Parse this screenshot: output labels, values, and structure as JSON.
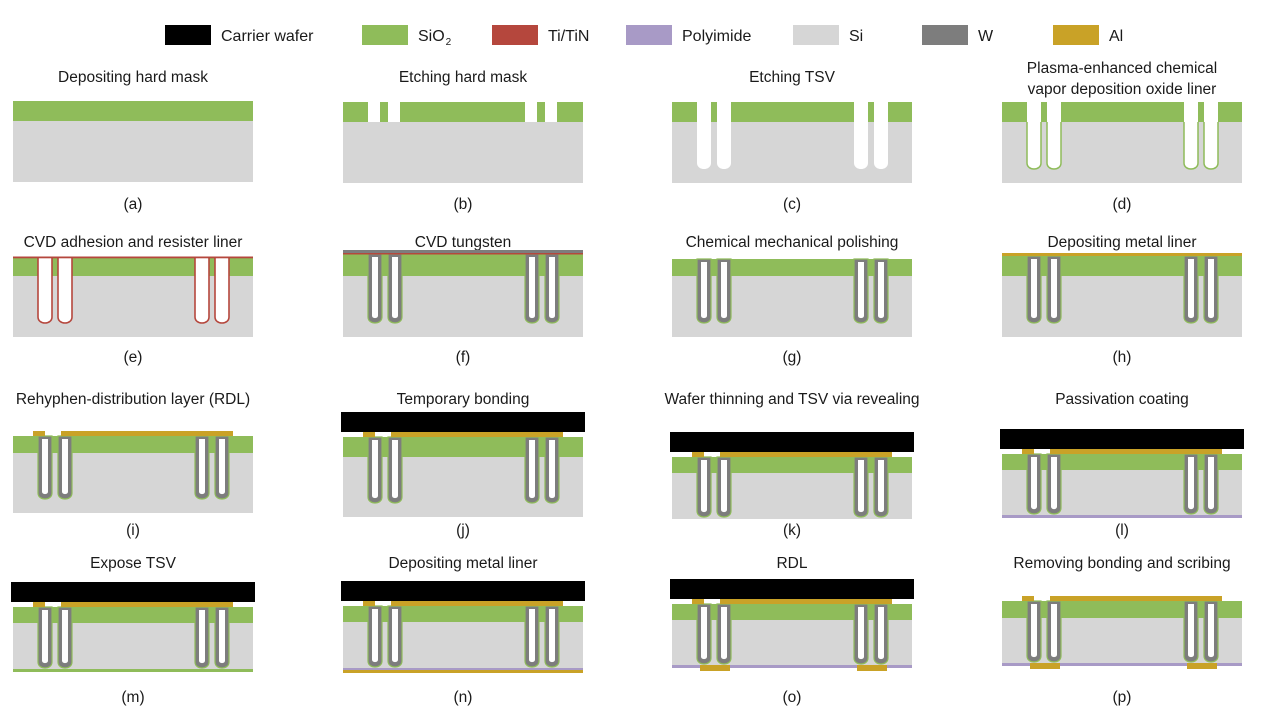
{
  "colors": {
    "carrier": "#000000",
    "sio2": "#8fbc5a",
    "titin": "#b5473d",
    "polyimide": "#a89ac6",
    "si": "#d6d6d6",
    "w": "#7d7d7d",
    "al": "#c9a227"
  },
  "legend": [
    {
      "key": "carrier",
      "label": "Carrier wafer"
    },
    {
      "key": "sio2",
      "label": "SiO",
      "sub": "2"
    },
    {
      "key": "titin",
      "label": "Ti/TiN"
    },
    {
      "key": "polyimide",
      "label": "Polyimide"
    },
    {
      "key": "si",
      "label": "Si"
    },
    {
      "key": "w",
      "label": "W"
    },
    {
      "key": "al",
      "label": "Al"
    }
  ],
  "steps": [
    {
      "id": "a",
      "title": [
        "Depositing hard mask"
      ],
      "label": "(a)"
    },
    {
      "id": "b",
      "title": [
        "Etching hard mask"
      ],
      "label": "(b)"
    },
    {
      "id": "c",
      "title": [
        "Etching TSV"
      ],
      "label": "(c)"
    },
    {
      "id": "d",
      "title": [
        "Plasma-enhanced chemical",
        "vapor deposition oxide liner"
      ],
      "label": "(d)"
    },
    {
      "id": "e",
      "title": [
        "CVD adhesion and resister liner"
      ],
      "label": "(e)"
    },
    {
      "id": "f",
      "title": [
        "CVD tungsten"
      ],
      "label": "(f)"
    },
    {
      "id": "g",
      "title": [
        "Chemical mechanical polishing"
      ],
      "label": "(g)"
    },
    {
      "id": "h",
      "title": [
        "Depositing metal liner"
      ],
      "label": "(h)"
    },
    {
      "id": "i",
      "title": [
        "Rehyphen-distribution layer (RDL)"
      ],
      "label": "(i)"
    },
    {
      "id": "j",
      "title": [
        "Temporary bonding"
      ],
      "label": "(j)"
    },
    {
      "id": "k",
      "title": [
        "Wafer thinning and TSV via revealing"
      ],
      "label": "(k)"
    },
    {
      "id": "l",
      "title": [
        "Passivation coating"
      ],
      "label": "(l)"
    },
    {
      "id": "m",
      "title": [
        "Expose TSV"
      ],
      "label": "(m)"
    },
    {
      "id": "n",
      "title": [
        "Depositing metal liner"
      ],
      "label": "(n)"
    },
    {
      "id": "o",
      "title": [
        "RDL"
      ],
      "label": "(o)"
    },
    {
      "id": "p",
      "title": [
        "Removing bonding and scribing"
      ],
      "label": "(p)"
    }
  ]
}
